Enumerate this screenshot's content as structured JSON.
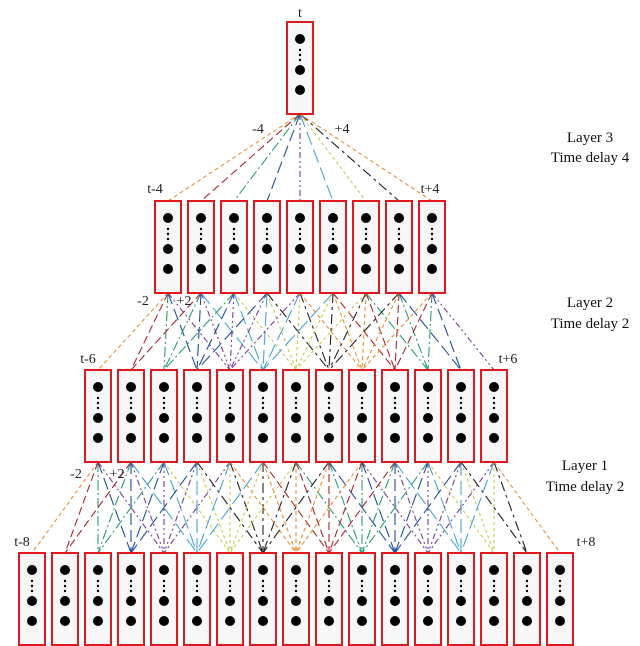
{
  "diagram": {
    "colors": {
      "box_stroke": "#e0191f",
      "box_fill": "#f7f7f7",
      "dot": "#000000",
      "lines": [
        "#f28c33",
        "#b0242c",
        "#2a9d6e",
        "#1f4fa3",
        "#7c3aa0",
        "#4aa3d8",
        "#c7c948",
        "#222222"
      ]
    },
    "layers": [
      {
        "name": "layer-output",
        "unit_count": 1,
        "top_label": "t",
        "side_label_line1": "",
        "side_label_line2": ""
      },
      {
        "name": "layer-3",
        "unit_count": 9,
        "left_label": "t-4",
        "right_label": "t+4",
        "delay_left": "-4",
        "delay_right": "+4",
        "side_label_line1": "Layer 3",
        "side_label_line2": "Time delay 4"
      },
      {
        "name": "layer-2",
        "unit_count": 13,
        "left_label": "t-6",
        "right_label": "t+6",
        "delay_left": "-2",
        "delay_right": "+2",
        "side_label_line1": "Layer 2",
        "side_label_line2": "Time delay 2"
      },
      {
        "name": "layer-1",
        "unit_count": 17,
        "left_label": "t-8",
        "right_label": "t+8",
        "delay_left": "-2",
        "delay_right": "+2",
        "side_label_line1": "Layer 1",
        "side_label_line2": "Time delay 2"
      }
    ]
  }
}
